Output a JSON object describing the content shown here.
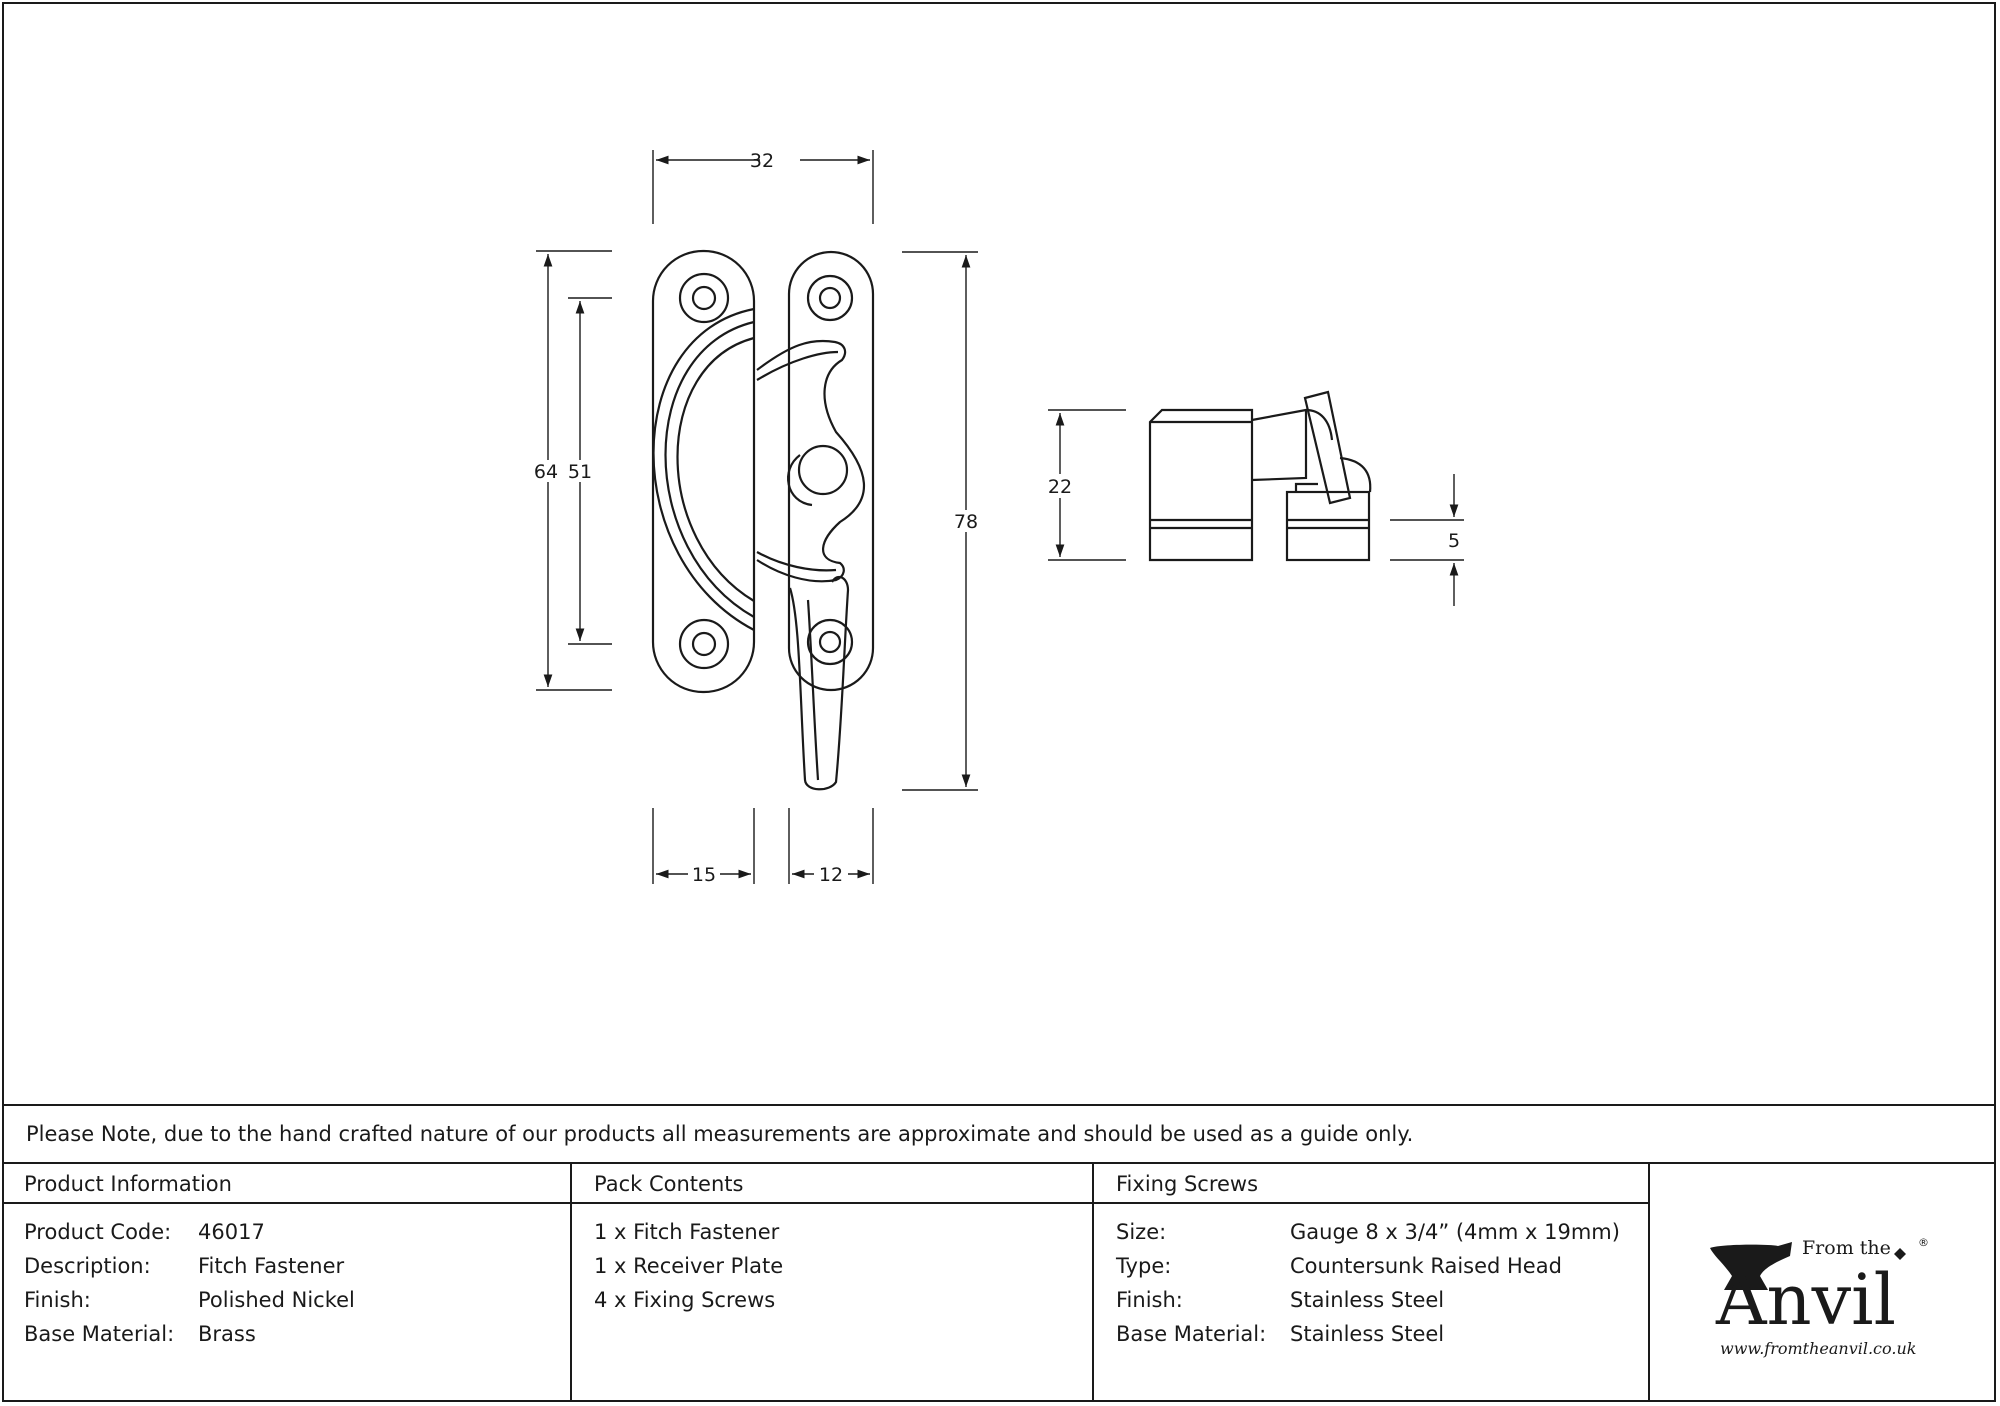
{
  "colors": {
    "line": "#1a1a1a",
    "background": "#ffffff"
  },
  "dimensions": {
    "width_total": "32",
    "height_outer": "64",
    "height_inner": "51",
    "height_overall": "78",
    "side_height": "22",
    "receiver_height": "5",
    "plate_width_left": "15",
    "plate_width_right": "12"
  },
  "note": "Please Note, due to the hand crafted nature of our products all measurements are approximate and should be used as a guide only.",
  "product_information": {
    "heading": "Product Information",
    "rows": [
      {
        "label": "Product Code:",
        "value": "46017"
      },
      {
        "label": "Description:",
        "value": "Fitch Fastener"
      },
      {
        "label": "Finish:",
        "value": "Polished Nickel"
      },
      {
        "label": "Base Material:",
        "value": "Brass"
      }
    ]
  },
  "pack_contents": {
    "heading": "Pack Contents",
    "items": [
      "1 x Fitch Fastener",
      "1 x Receiver Plate",
      "4 x Fixing Screws"
    ]
  },
  "fixing_screws": {
    "heading": "Fixing Screws",
    "rows": [
      {
        "label": "Size:",
        "value": "Gauge 8 x 3/4” (4mm x 19mm)"
      },
      {
        "label": "Type:",
        "value": "Countersunk Raised Head"
      },
      {
        "label": "Finish:",
        "value": "Stainless Steel"
      },
      {
        "label": "Base Material:",
        "value": "Stainless Steel"
      }
    ]
  },
  "logo": {
    "from_the": "From the",
    "brand": "Anvil",
    "registered": "®",
    "url": "www.fromtheanvil.co.uk",
    "icon": "anvil-icon"
  }
}
